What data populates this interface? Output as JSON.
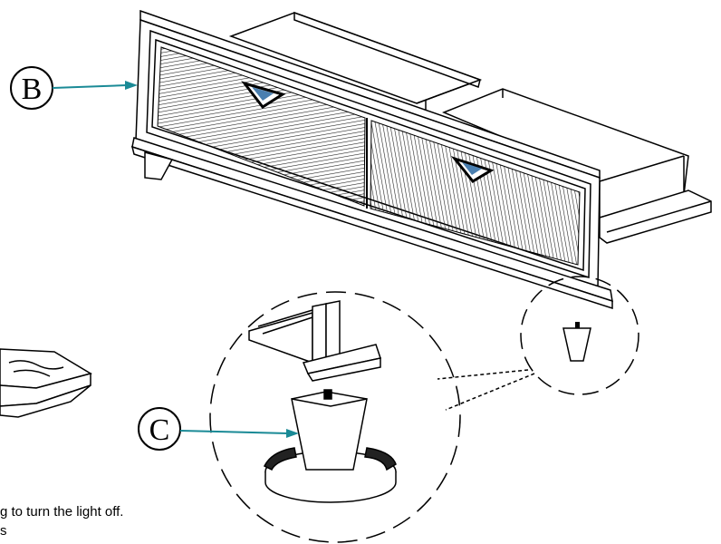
{
  "callouts": {
    "b": {
      "label": "B"
    },
    "c": {
      "label": "C"
    }
  },
  "notes": {
    "line1": "g to turn the light off.",
    "line2": "s"
  },
  "colors": {
    "leader": "#1a8a96",
    "accent_blue": "#4a7fb0",
    "line": "#000000"
  }
}
